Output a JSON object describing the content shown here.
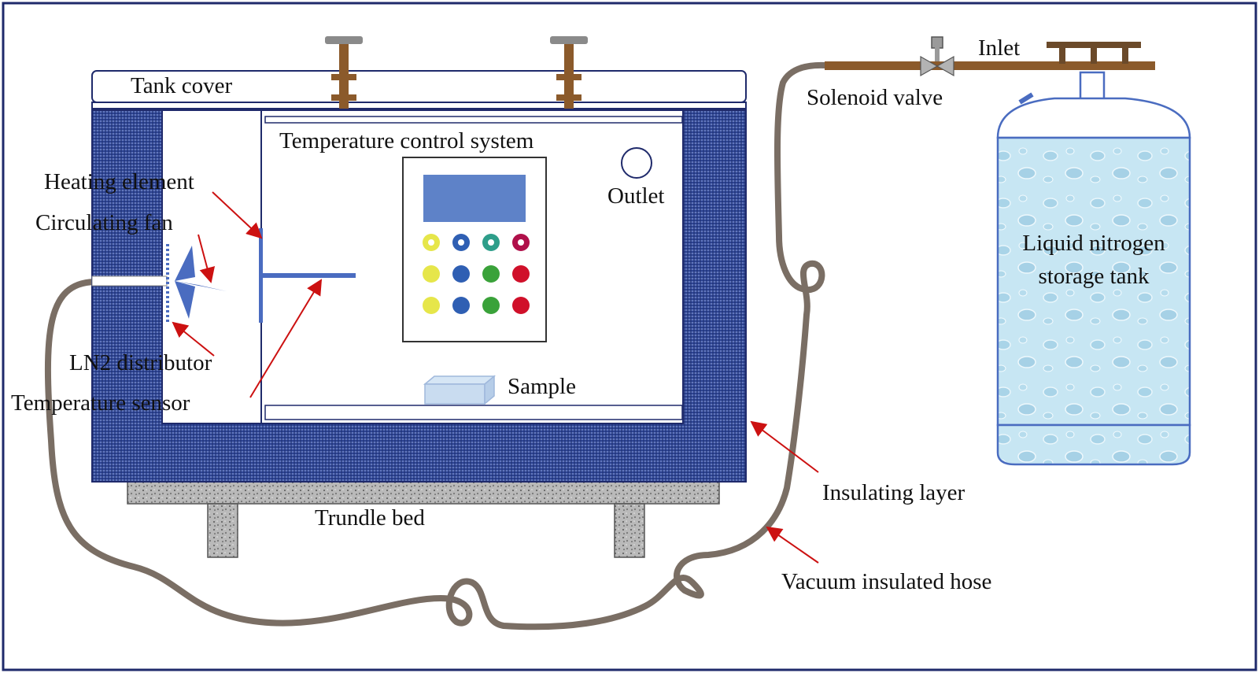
{
  "labels": {
    "tank_cover": "Tank cover",
    "temperature_control_system": "Temperature control system",
    "heating_element": "Heating element",
    "circulating_fan": "Circulating fan",
    "outlet": "Outlet",
    "ln2_distributor": "LN2 distributor",
    "temperature_sensor": "Temperature sensor",
    "sample": "Sample",
    "trundle_bed": "Trundle bed",
    "insulating_layer": "Insulating layer",
    "vacuum_insulated_hose": "Vacuum insulated hose",
    "solenoid_valve": "Solenoid valve",
    "inlet": "Inlet",
    "storage_tank_line1": "Liquid nitrogen",
    "storage_tank_line2": "storage tank"
  },
  "colors": {
    "frame": "#1f2a6b",
    "insulation": "#3a4f9c",
    "insulation_light": "#8fa0d8",
    "hose": "#7a6e64",
    "pipe": "#8b5a2b",
    "arrow": "#cc1111",
    "panel_screen": "#5e82c8",
    "tank_water": "#bfe3f2",
    "accent_blue": "#4a6cc0"
  },
  "control_panel": {
    "buttons": [
      [
        "#e6e64a",
        "#2f5fb3",
        "#2e9e8a",
        "#b0104a"
      ],
      [
        "#e6e64a",
        "#2f5fb3",
        "#3aa23a",
        "#d0102a"
      ],
      [
        "#e6e64a",
        "#2f5fb3",
        "#3aa23a",
        "#d0102a"
      ]
    ]
  }
}
